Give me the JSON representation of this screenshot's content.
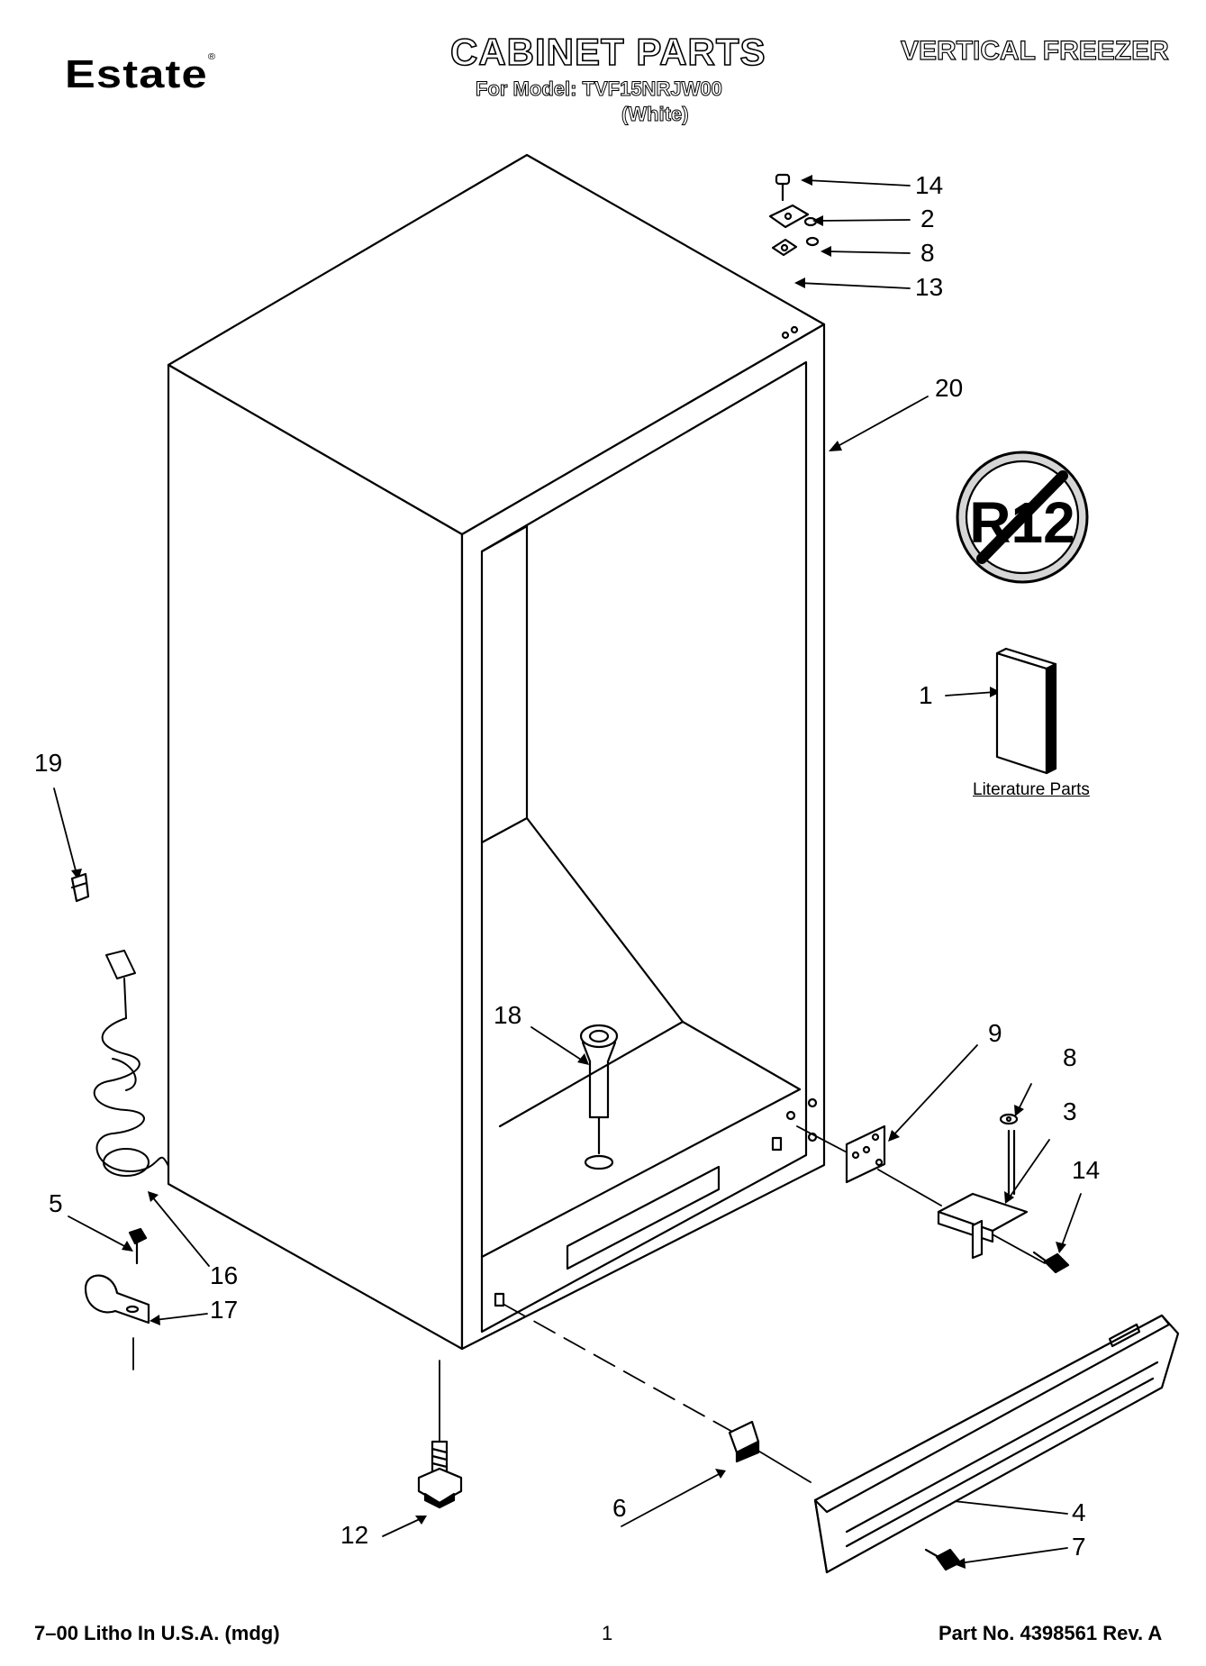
{
  "header": {
    "brand": "Estate",
    "title": "CABINET PARTS",
    "model_line": "For Model: TVF15NRJW00",
    "color_line": "(White)",
    "category": "VERTICAL FREEZER"
  },
  "badge": {
    "text": "R12"
  },
  "literature_label": "Literature Parts",
  "callouts": {
    "c14_top": "14",
    "c2": "2",
    "c8_top": "8",
    "c13": "13",
    "c20": "20",
    "c1": "1",
    "c19": "19",
    "c18": "18",
    "c9": "9",
    "c8_bottom": "8",
    "c3": "3",
    "c14_bottom": "14",
    "c5": "5",
    "c16": "16",
    "c17": "17",
    "c6": "6",
    "c4": "4",
    "c7": "7",
    "c12": "12"
  },
  "footer": {
    "left": "7–00 Litho In U.S.A. (mdg)",
    "page": "1",
    "right": "Part No. 4398561 Rev. A"
  }
}
